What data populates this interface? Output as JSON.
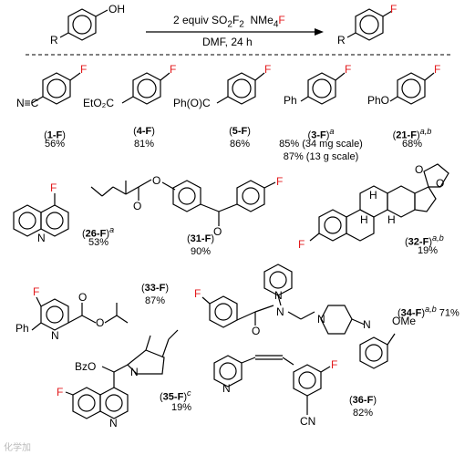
{
  "scheme": {
    "reagents": "2 equiv SO",
    "reagents_sub": "2",
    "reagents_F": "F",
    "reagents_F_sub": "2",
    "reagents_tail": "  NMe",
    "reagents_tail_sub": "4",
    "reagents_tail_F": "F",
    "conditions": "DMF, 24 h",
    "start_OH": "OH",
    "R": "R",
    "F": "F"
  },
  "compounds": [
    {
      "id": "1",
      "label": "1",
      "suffix": "F",
      "sup": "",
      "yields": [
        "56%"
      ],
      "substituent": "N≡C"
    },
    {
      "id": "4",
      "label": "4",
      "suffix": "F",
      "sup": "",
      "yields": [
        "81%"
      ],
      "substituent": "EtO₂C"
    },
    {
      "id": "5",
      "label": "5",
      "suffix": "F",
      "sup": "",
      "yields": [
        "86%"
      ],
      "substituent": "Ph(O)C"
    },
    {
      "id": "3",
      "label": "3",
      "suffix": "F",
      "sup": "a",
      "yields": [
        "85% (34 mg scale)",
        "87% (13 g scale)"
      ],
      "substituent": "Ph"
    },
    {
      "id": "21",
      "label": "21",
      "suffix": "F",
      "sup": "a,b",
      "yields": [
        "68%"
      ],
      "substituent": "PhO"
    },
    {
      "id": "26",
      "label": "26",
      "suffix": "F",
      "sup": "a",
      "yields": [
        "53%"
      ]
    },
    {
      "id": "31",
      "label": "31",
      "suffix": "F",
      "sup": "",
      "yields": [
        "90%"
      ]
    },
    {
      "id": "32",
      "label": "32",
      "suffix": "F",
      "sup": "a,b",
      "yields": [
        "19%"
      ]
    },
    {
      "id": "33",
      "label": "33",
      "suffix": "F",
      "sup": "",
      "yields": [
        "87%"
      ]
    },
    {
      "id": "34",
      "label": "34",
      "suffix": "F",
      "sup": "a,b",
      "yields": [
        "71%"
      ]
    },
    {
      "id": "35",
      "label": "35",
      "suffix": "F",
      "sup": "c",
      "yields": [
        "19%"
      ]
    },
    {
      "id": "36",
      "label": "36",
      "suffix": "F",
      "sup": "",
      "yields": [
        "82%"
      ]
    }
  ],
  "atoms": {
    "N": "N",
    "O": "O",
    "H": "H",
    "Ph": "Ph",
    "OMe": "OMe",
    "OBz": "BzO",
    "CN": "CN"
  },
  "watermark": "化学加",
  "colors": {
    "fluorine": "#e31a1c",
    "line": "#000000"
  }
}
